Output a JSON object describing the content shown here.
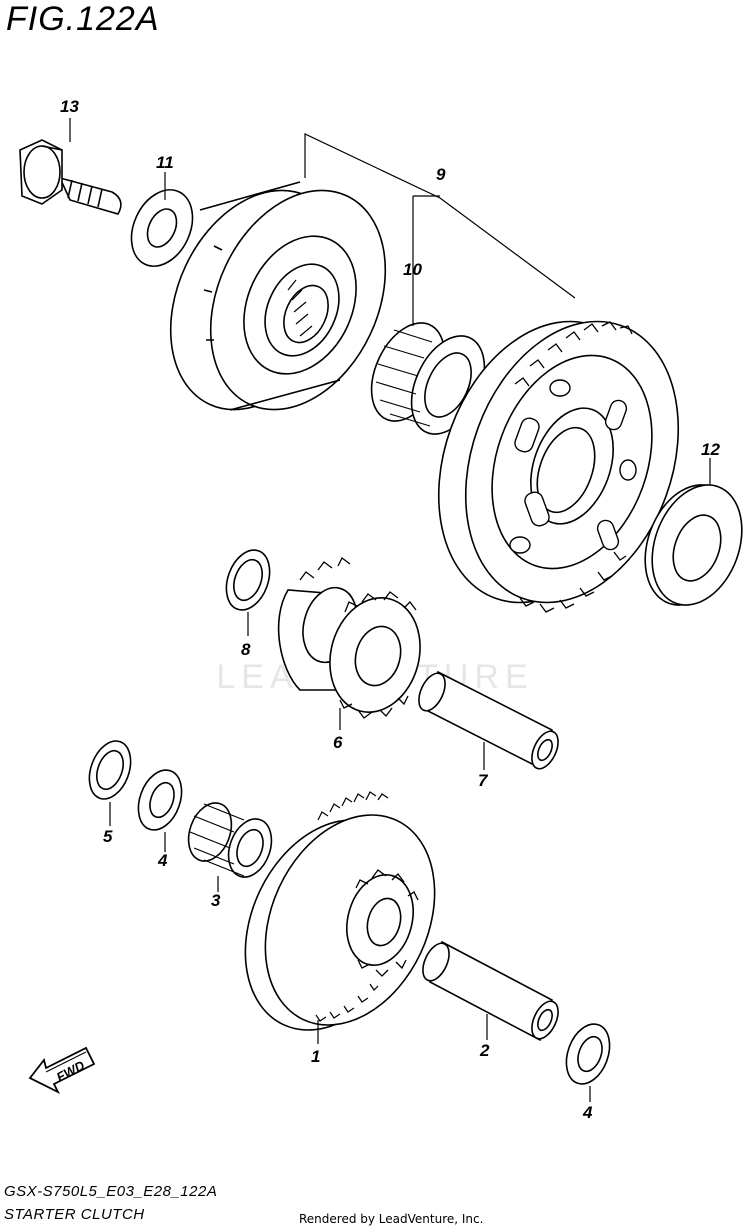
{
  "figure": {
    "title": "FIG.122A"
  },
  "footer": {
    "code": "GSX-S750L5_E03_E28_122A",
    "name": "STARTER CLUTCH",
    "rendered_by": "Rendered by LeadVenture, Inc."
  },
  "watermark": "LEADVENTURE",
  "direction": {
    "label": "FWD"
  },
  "callouts": [
    "13",
    "11",
    "9",
    "10",
    "12",
    "8",
    "6",
    "7",
    "5",
    "4",
    "3",
    "1",
    "2",
    "4"
  ]
}
